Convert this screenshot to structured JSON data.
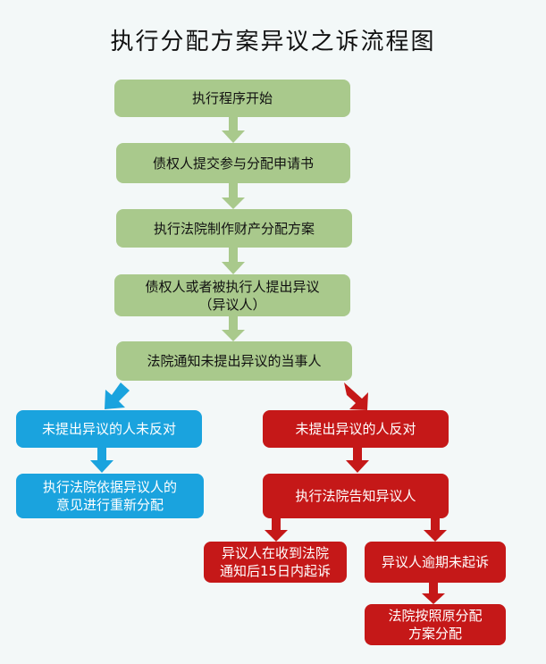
{
  "title": "执行分配方案异议之诉流程图",
  "nodes": {
    "start": "执行程序开始",
    "creditor_submit": "债权人提交参与分配申请书",
    "court_plan": "执行法院制作财产分配方案",
    "objection": "债权人或者被执行人提出异议\n（异议人）",
    "notify": "法院通知未提出异议的当事人",
    "no_object": "未提出异议的人未反对",
    "redistribute": "执行法院依据异议人的\n意见进行重新分配",
    "object": "未提出异议的人反对",
    "inform": "执行法院告知异议人",
    "sue": "异议人在收到法院\n通知后15日内起诉",
    "no_sue": "异议人逾期未起诉",
    "original": "法院按照原分配\n方案分配"
  },
  "colors": {
    "green": "#a9c98c",
    "blue": "#1aa3de",
    "red": "#c51818"
  }
}
